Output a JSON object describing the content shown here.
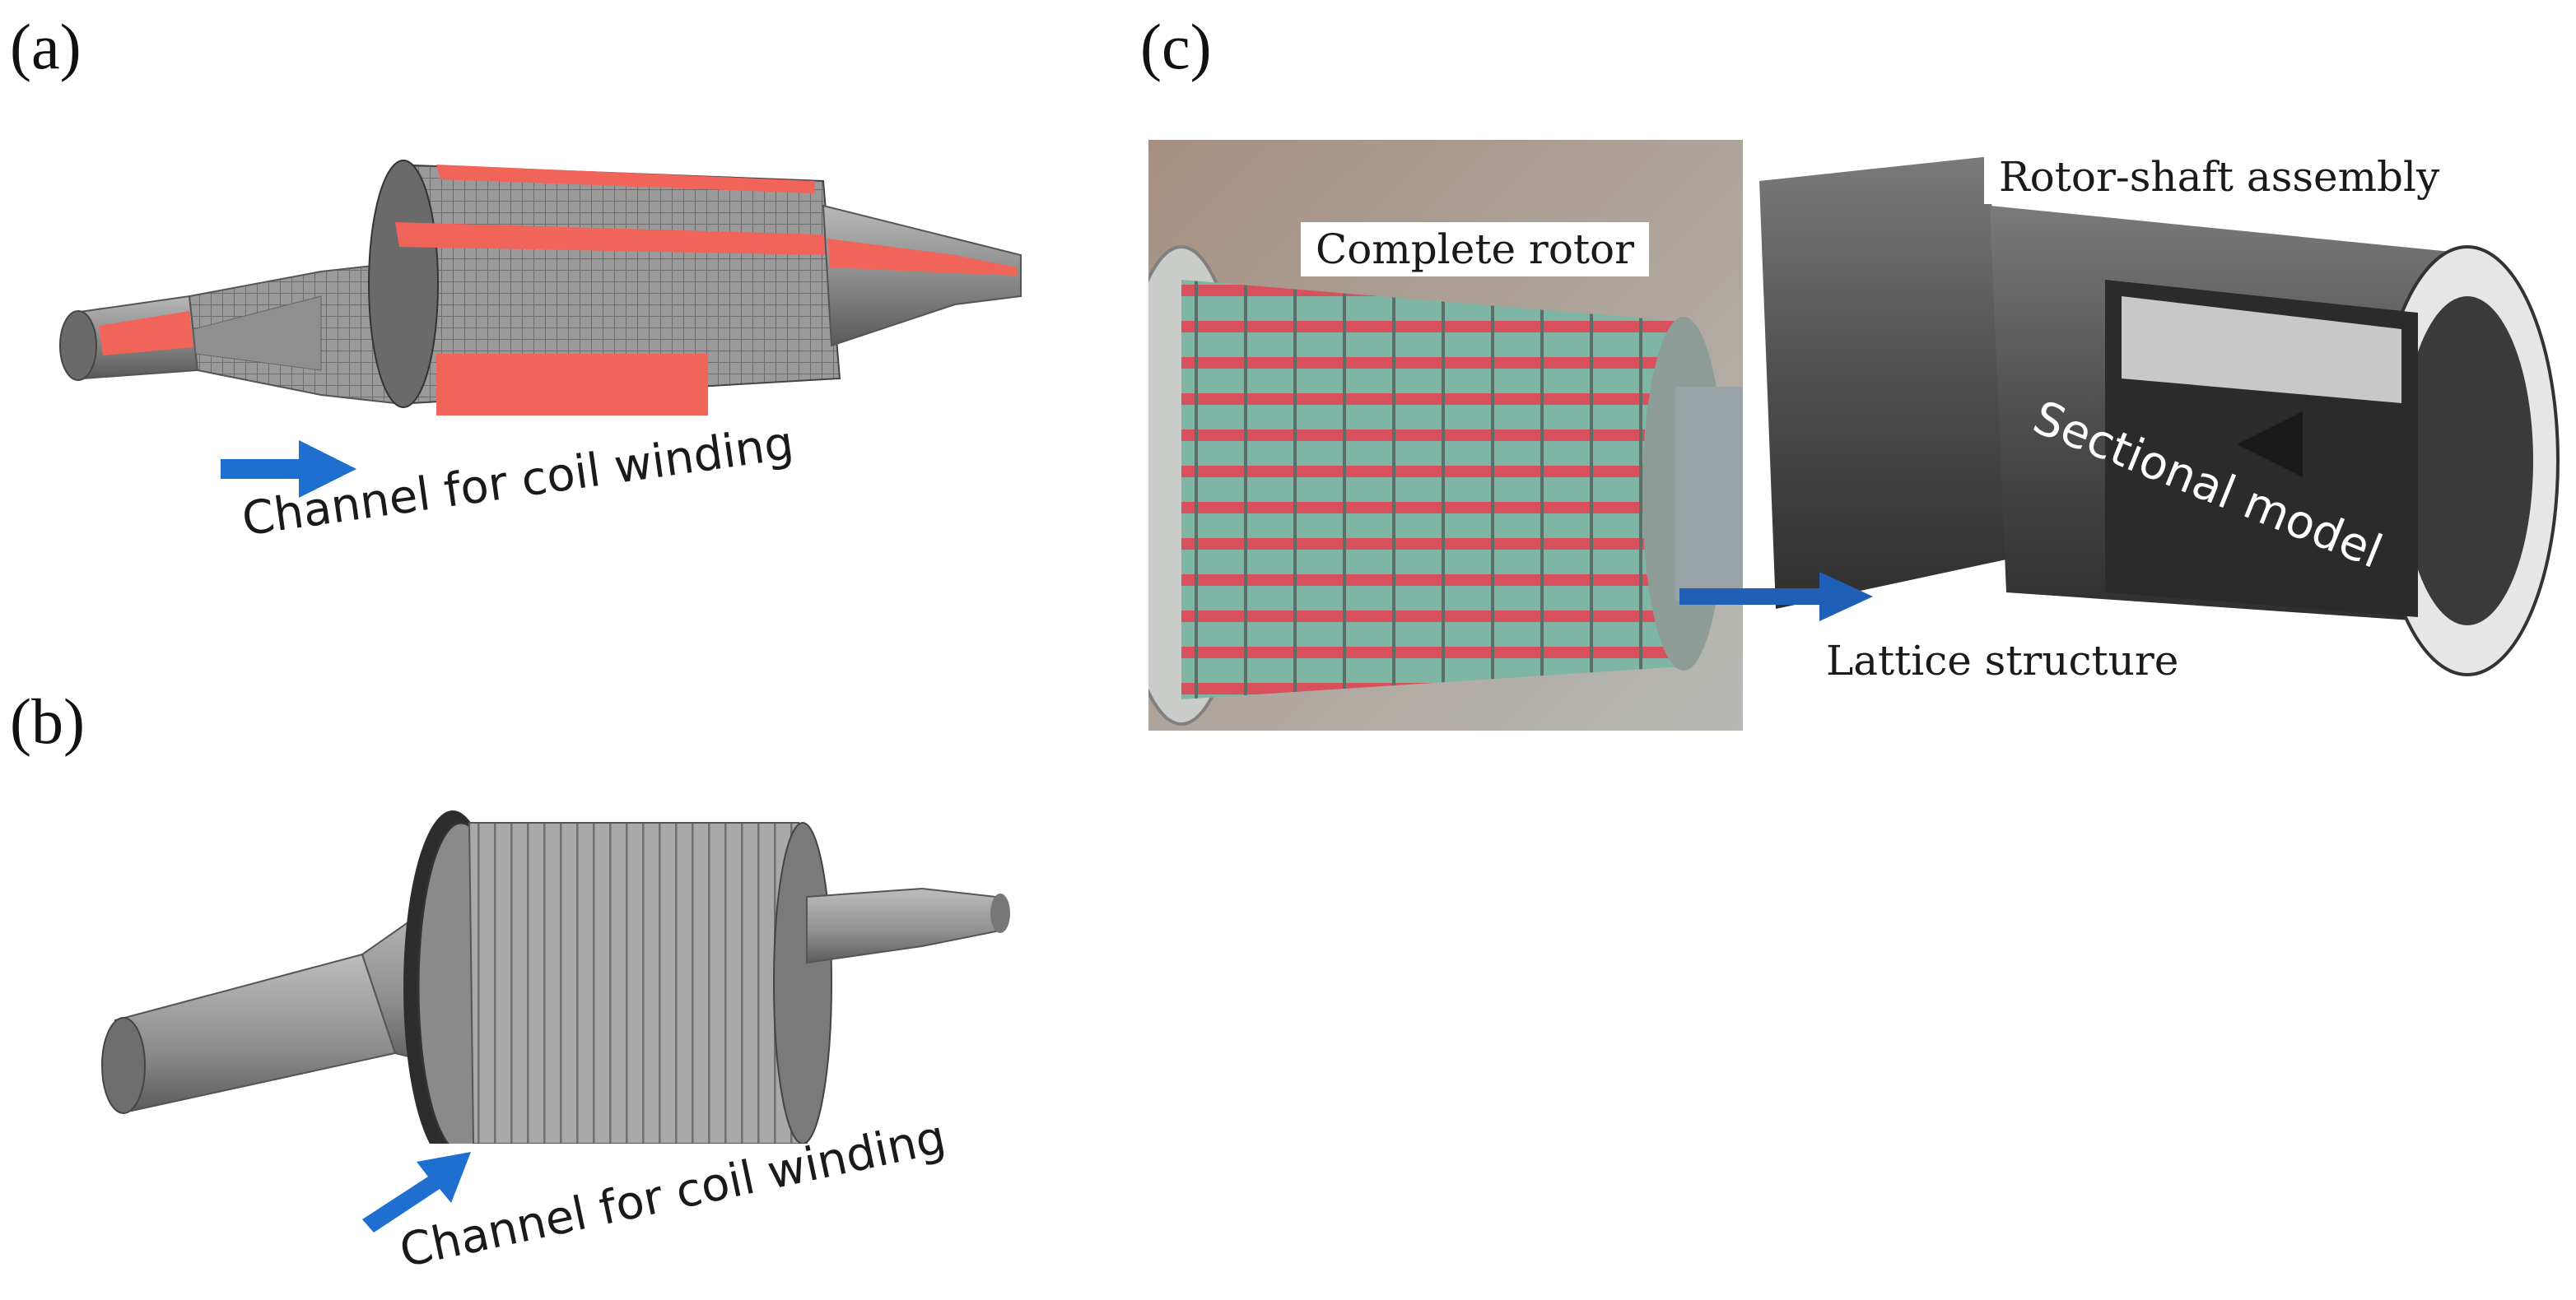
{
  "panels": {
    "a": {
      "letter": "(a)",
      "caption": "Channel for coil winding"
    },
    "b": {
      "letter": "(b)",
      "caption": "Channel for coil winding"
    },
    "c": {
      "letter": "(c)",
      "label_complete_rotor": "Complete rotor",
      "label_rotor_shaft": "Rotor-shaft assembly",
      "label_sectional": "Sectional model",
      "label_lattice": "Lattice structure"
    }
  },
  "colors": {
    "section_red": "#f0645a",
    "arrow_blue": "#1f6fd0",
    "metal_gray": "#8a8a8a"
  }
}
